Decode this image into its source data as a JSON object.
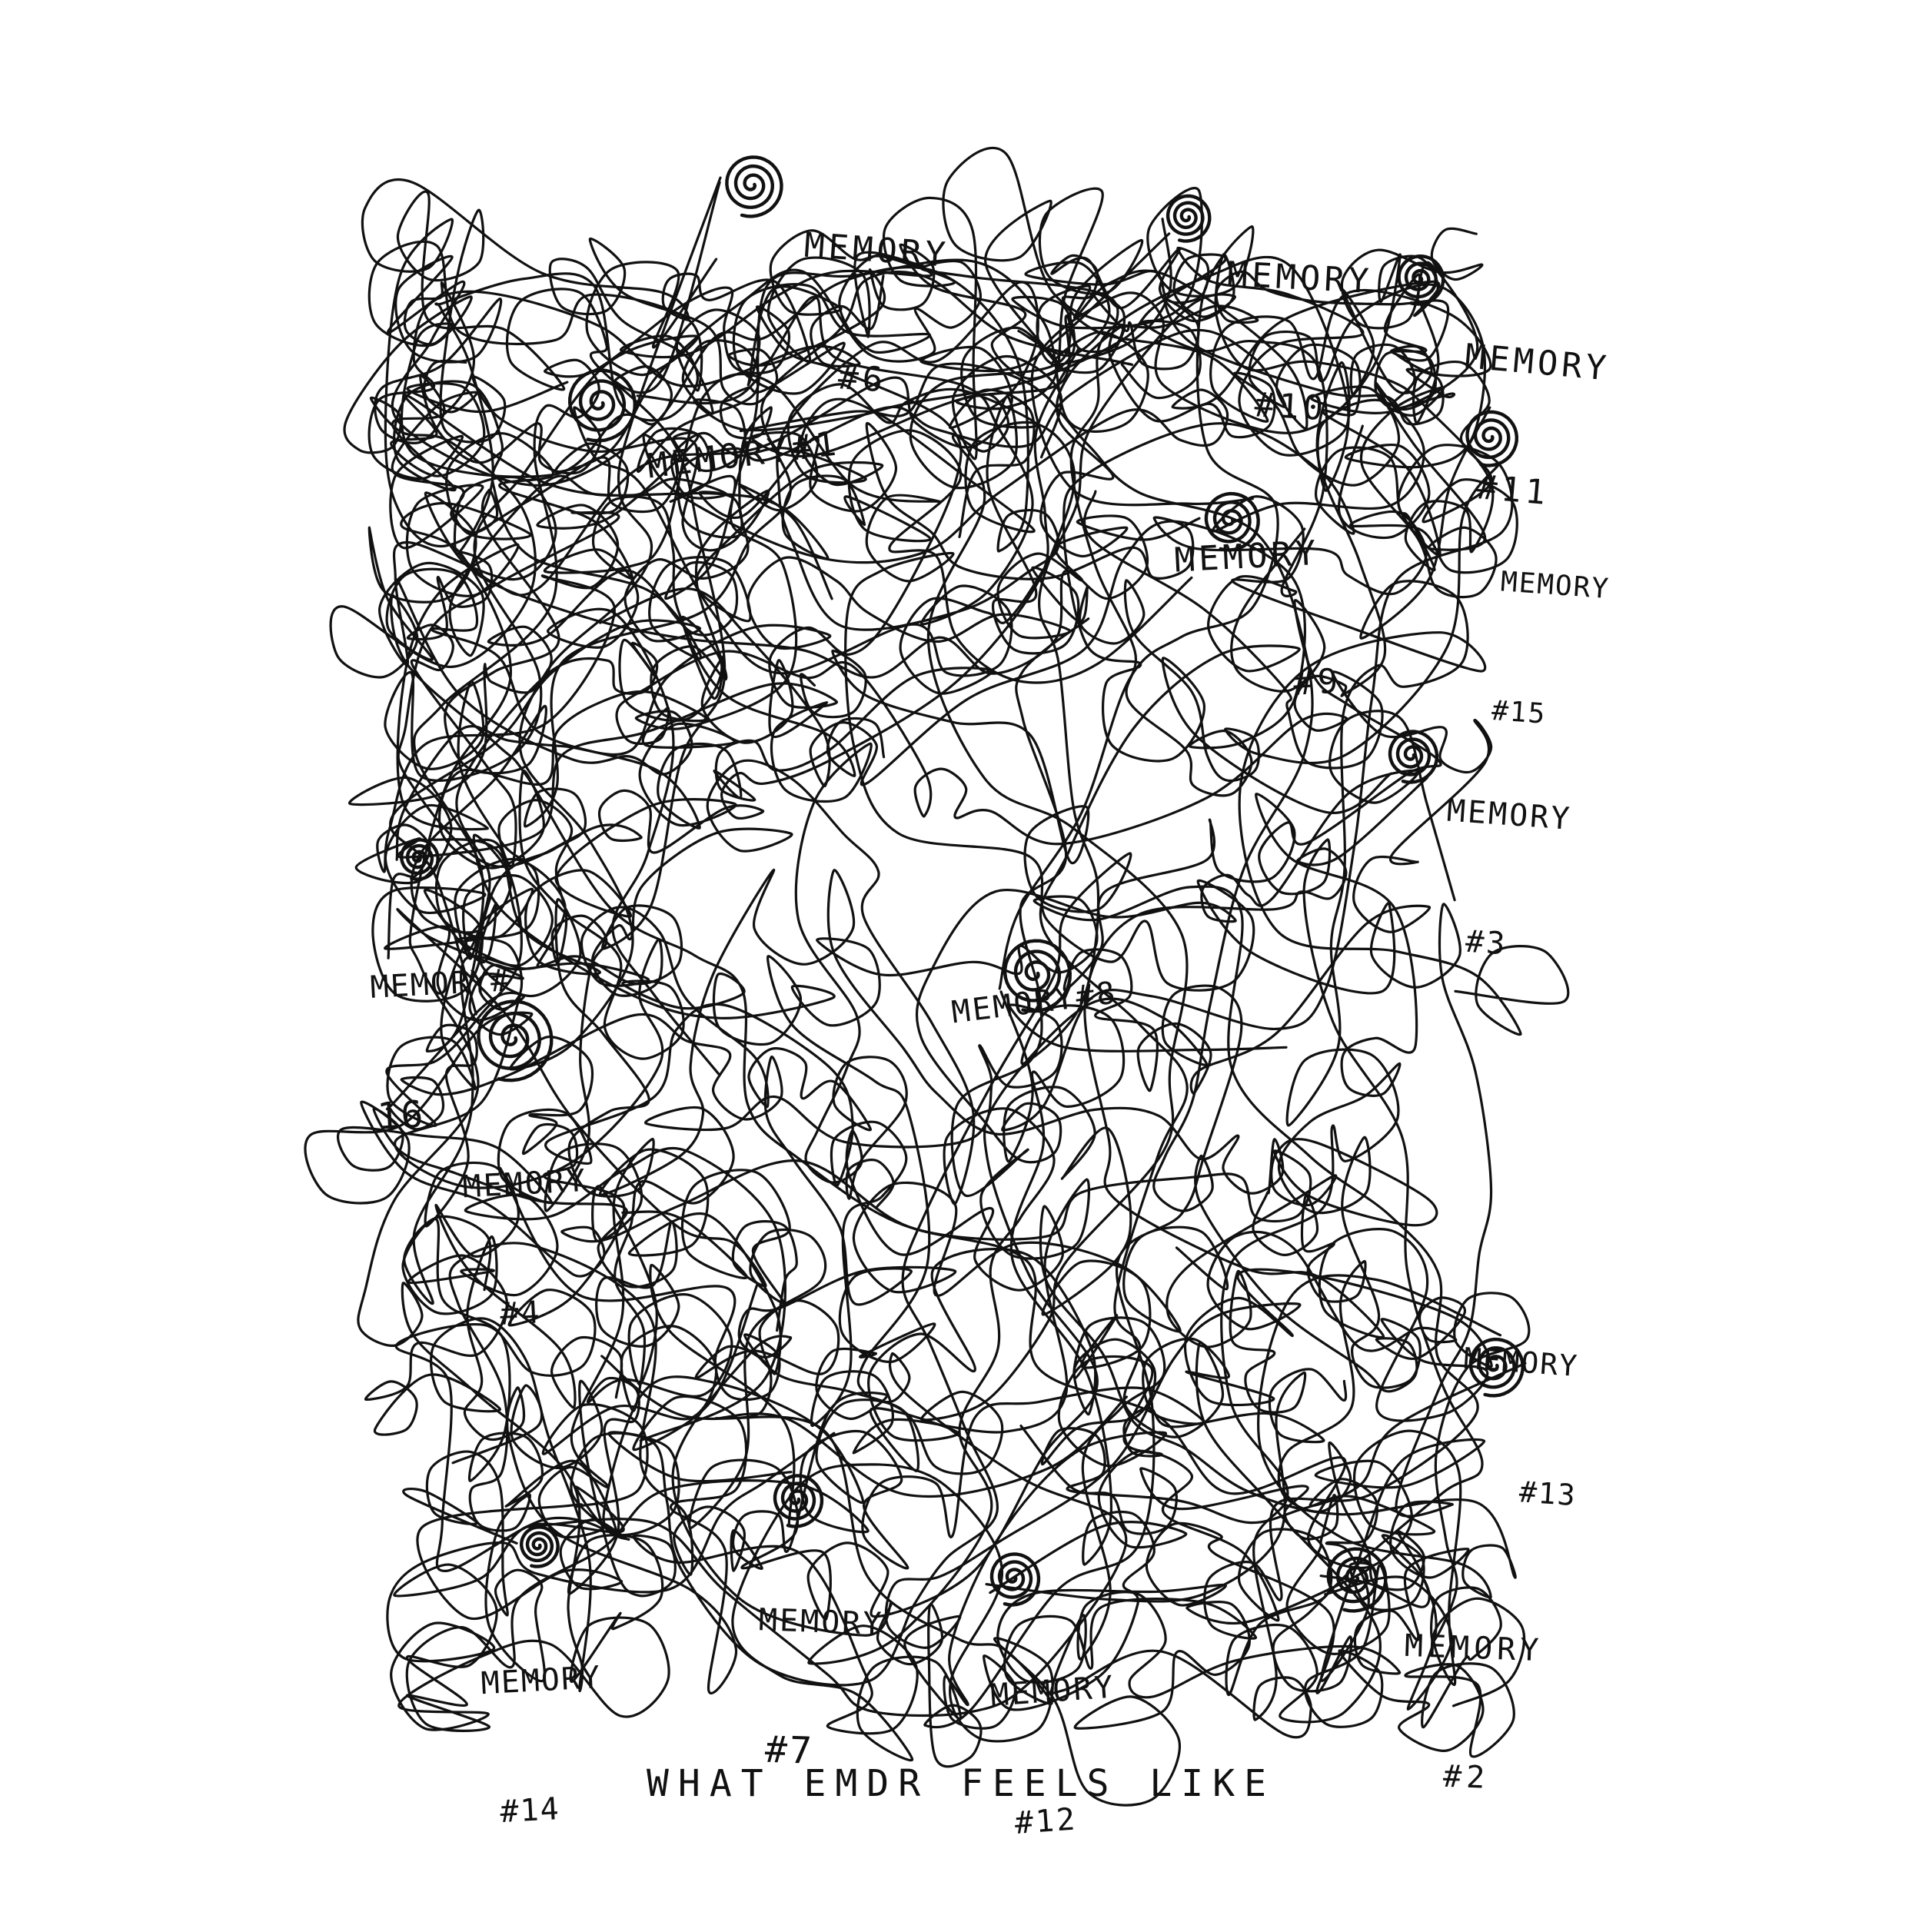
{
  "drawing": {
    "title": "WHAT EMDR FEELS LIKE",
    "ink_color": "#111111",
    "background_color": "#ffffff",
    "memories": [
      {
        "id": "m6",
        "line1": "MEMORY",
        "line2": "#6"
      },
      {
        "id": "m10",
        "line1": "MEMORY",
        "line2": "#10"
      },
      {
        "id": "m11",
        "line1": "MEMORY",
        "line2": "#11"
      },
      {
        "id": "m1",
        "line1": "MEMORY#1",
        "line2": ""
      },
      {
        "id": "m9",
        "line1": "MEMORY",
        "line2": "#9"
      },
      {
        "id": "m15",
        "line1": "MEMORY",
        "line2": "#15"
      },
      {
        "id": "m3",
        "line1": "MEMORY",
        "line2": "#3"
      },
      {
        "id": "m16",
        "line1": "MEMORY#",
        "line2": "16"
      },
      {
        "id": "m8",
        "line1": "MEMORY#8",
        "line2": ""
      },
      {
        "id": "m4",
        "line1": "MEMORY",
        "line2": "#4"
      },
      {
        "id": "m13",
        "line1": "MEMORY",
        "line2": "#13"
      },
      {
        "id": "m7",
        "line1": "MEMORY",
        "line2": "#7"
      },
      {
        "id": "m12",
        "line1": "MEMORY",
        "line2": "#12"
      },
      {
        "id": "m2",
        "line1": "MEMORY",
        "line2": "#2"
      },
      {
        "id": "m14",
        "line1": "MEMORY",
        "line2": "#14"
      }
    ]
  }
}
